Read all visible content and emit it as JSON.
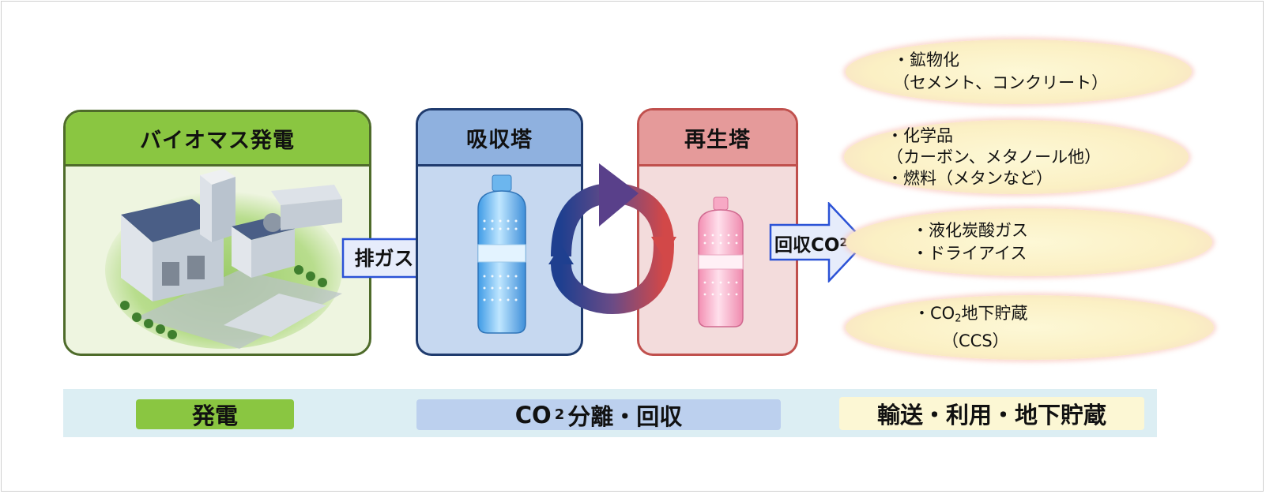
{
  "biomass": {
    "title": "バイオマス発電"
  },
  "absorber": {
    "title": "吸収塔"
  },
  "regenerator": {
    "title": "再生塔"
  },
  "arrows": {
    "exhaust": "排ガス",
    "recovered_prefix": "回収CO",
    "recovered_sub": "2"
  },
  "uses": {
    "mineral_1": "・鉱物化",
    "mineral_2": "（セメント、コンクリート）",
    "chem_1": "・化学品",
    "chem_2": "（カーボン、メタノール他）",
    "chem_3": "・燃料（メタンなど）",
    "liquid_1": "・液化炭酸ガス",
    "liquid_2": "・ドライアイス",
    "ccs_prefix": "・CO",
    "ccs_sub": "2",
    "ccs_suffix": "地下貯蔵",
    "ccs_2": "（CCS）"
  },
  "bottom": {
    "power": "発電",
    "sep_prefix": "CO",
    "sep_sub": "2",
    "sep_suffix": "分離・回収",
    "transport": "輸送・利用・地下貯蔵"
  },
  "colors": {
    "green": "#8ac641",
    "green_border": "#4e6b2a",
    "blue": "#8fb1df",
    "blue_border": "#1f3b6e",
    "red": "#e59a9a",
    "red_border": "#c0504d",
    "arrow_fill": "#e6ecfb",
    "arrow_stroke": "#2b52d6"
  }
}
